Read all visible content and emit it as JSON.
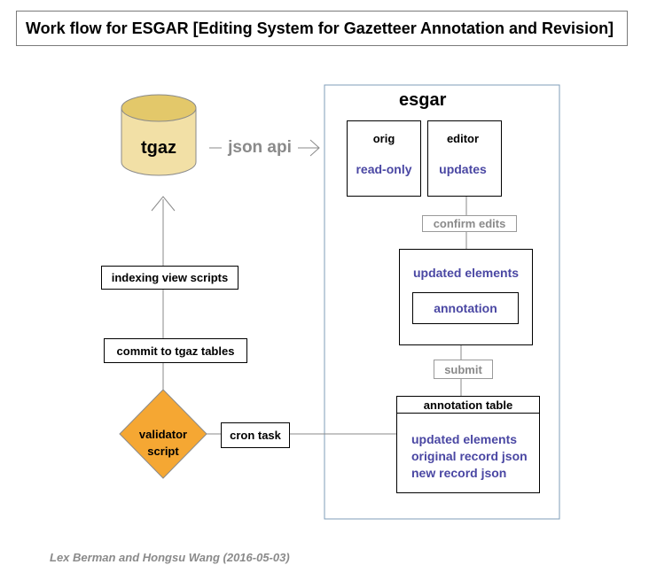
{
  "title": "Work flow for ESGAR [Editing System for Gazetteer Annotation and Revision]",
  "database": {
    "label": "tgaz"
  },
  "api_label": "json api",
  "esgar_panel": {
    "label": "esgar",
    "orig": {
      "label": "orig",
      "status": "read-only"
    },
    "editor": {
      "label": "editor",
      "status": "updates"
    },
    "confirm_label": "confirm edits",
    "updated_elements": {
      "label": "updated elements",
      "inner": "annotation"
    },
    "submit_label": "submit",
    "annotation_table": {
      "header": "annotation table",
      "rows": [
        "updated elements",
        "original record json",
        "new record json"
      ]
    }
  },
  "left_flow": {
    "indexing": "indexing view scripts",
    "commit": "commit to tgaz tables",
    "validator": [
      "validator",
      "script"
    ],
    "cron": "cron task"
  },
  "credit": "Lex Berman and Hongsu Wang (2016-05-03)",
  "colors": {
    "db_fill": "#f2e0a6",
    "db_top": "#e3c86a",
    "validator_fill": "#f5a733",
    "text_blue": "#4a47a3",
    "frame_blue": "#7f9db9"
  }
}
